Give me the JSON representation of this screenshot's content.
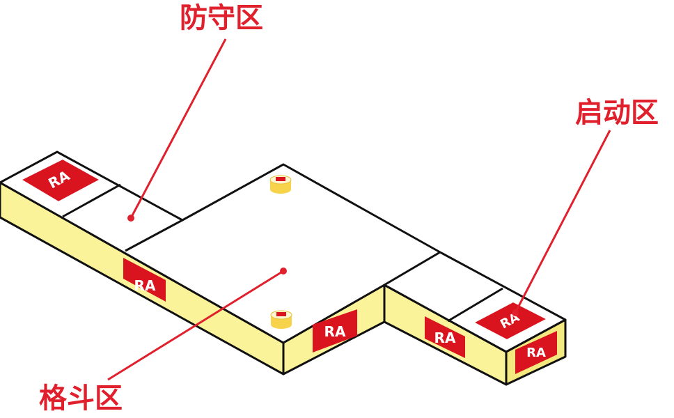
{
  "labels": {
    "defense_zone": "防守区",
    "start_zone": "启动区",
    "battle_zone": "格斗区"
  },
  "logo": {
    "text": "RA"
  },
  "colors": {
    "annotation": "#e0202c",
    "wall": "#fbf39a",
    "wall_dark": "#f4e97e",
    "floor": "#ffffff",
    "outline": "#111111",
    "logo_bg": "#d9141f"
  }
}
